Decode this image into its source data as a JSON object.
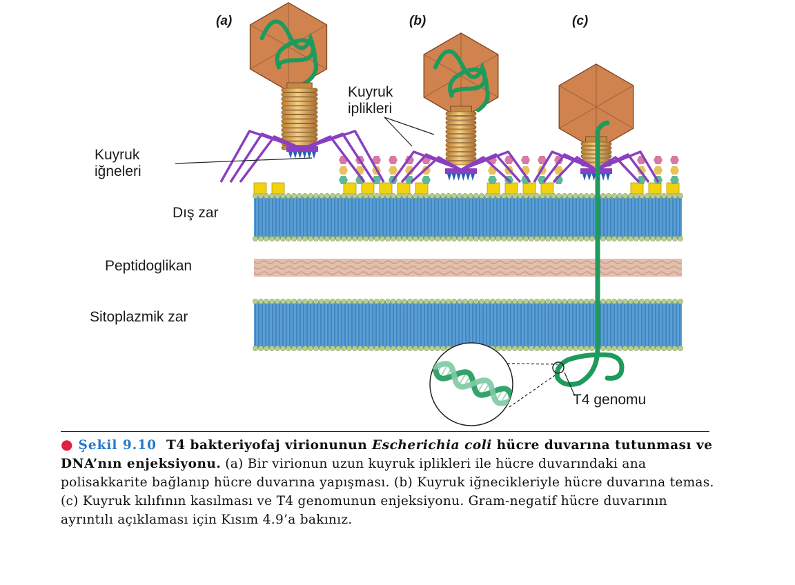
{
  "figure": {
    "panel_labels": [
      "(a)",
      "(b)",
      "(c)"
    ],
    "labels": {
      "kuyruk_igneleri": [
        "Kuyruk",
        "iğneleri"
      ],
      "kuyruk_iplikleri": [
        "Kuyruk",
        "iplikleri"
      ],
      "dis_zar": "Dış zar",
      "peptidoglikan": "Peptidoglikan",
      "sitoplazmik_zar": "Sitoplazmik zar",
      "t4_genomu": "T4 genomu"
    },
    "colors": {
      "capsid": "#c8743e",
      "dna": "#1e9a5c",
      "tail_sheath": "#d9a552",
      "tail_fibers": "#8a3fc0",
      "tail_pins": "#2a5db8",
      "membrane": "#5a9ed6",
      "lipid_heads": "#b7cf8e",
      "peptidoglycan": "#e2bfae",
      "lps_yellow": "#f2d20e"
    }
  },
  "caption": {
    "bullet": "●",
    "fig_label": "Şekil 9.10",
    "title_1": "T4 bakteriyofaj virionunun ",
    "title_italic": "Escherichia coli",
    "title_2": " hücre duvarına tutunması ve DNA’nın enjeksiyonu.",
    "body": "(a) Bir virionun uzun kuyruk iplikleri ile hücre duvarındaki ana polisakkarite bağlanıp hücre duvarına yapışması. (b) Kuyruk iğnecikleriyle hücre duvarına temas. (c) Kuyruk kılıfının kasılması ve T4 genomunun enjeksiyonu. Gram-negatif hücre duvarının ayrıntılı açıklaması için Kısım 4.9’a bakınız."
  }
}
